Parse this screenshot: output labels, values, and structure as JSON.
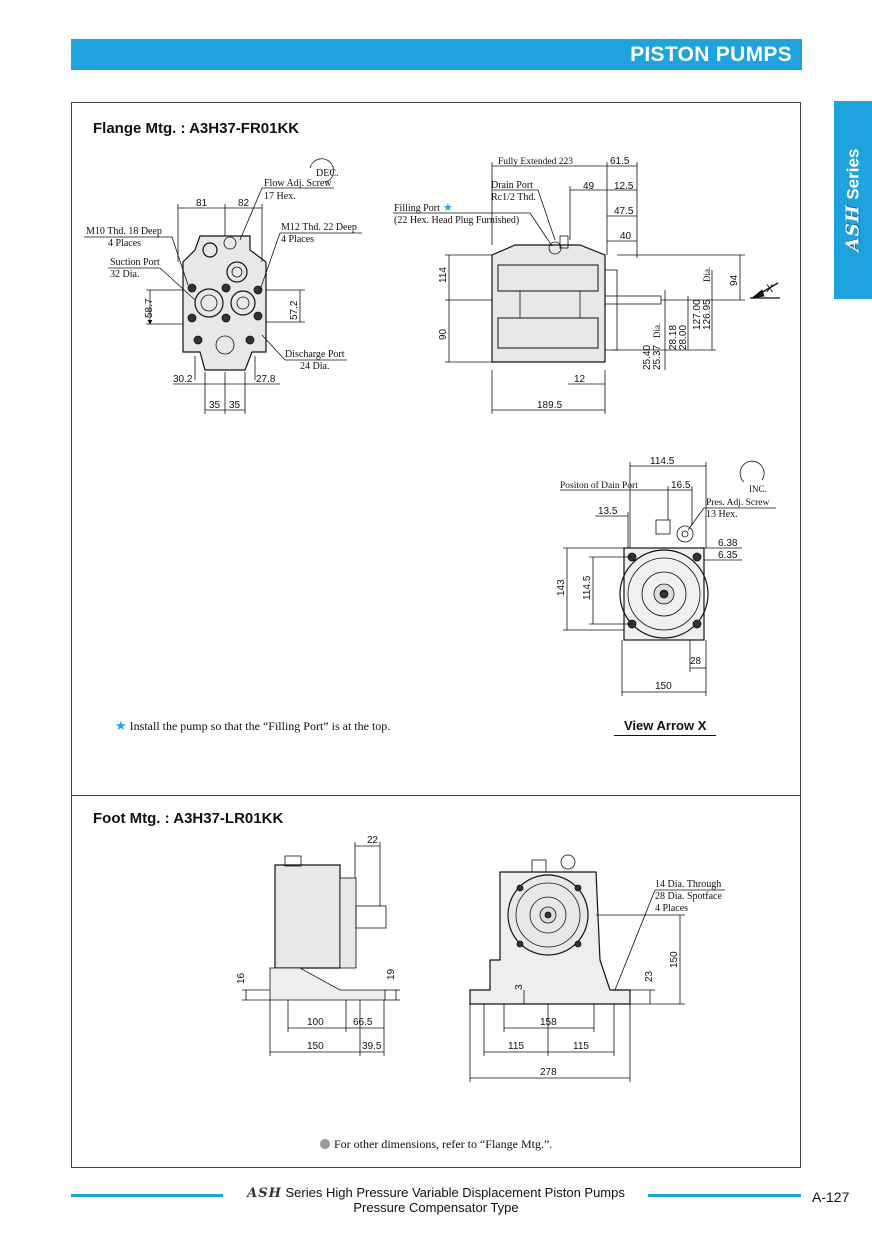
{
  "header": {
    "title": "PISTON PUMPS"
  },
  "side_tab": {
    "logo": "ASH",
    "label": "Series"
  },
  "flange": {
    "title": "Flange Mtg. : A3H37-FR01KK",
    "labels": {
      "dec": "DEC.",
      "flow_adj": "Flow Adj. Screw",
      "flow_hex": "17 Hex.",
      "m10": "M10 Thd. 18 Deep",
      "m10_places": "4 Places",
      "m12": "M12 Thd. 22 Deep",
      "m12_places": "4 Places",
      "suction": "Suction Port",
      "suction_dia": "32 Dia.",
      "discharge": "Discharge Port",
      "discharge_dia": "24 Dia.",
      "fully_ext": "Fully Extended 223",
      "drain": "Drain Port",
      "drain_thd": "Rc1/2 Thd.",
      "filling": "Filling Port",
      "filling_hex": "(22 Hex. Head Plug Furnished)",
      "x": "X"
    },
    "dims": {
      "d81": "81",
      "d82": "82",
      "d587": "58.7",
      "d572": "57.2",
      "d302": "30.2",
      "d278": "27.8",
      "d35a": "35",
      "d35b": "35",
      "d615": "61.5",
      "d49": "49",
      "d125": "12.5",
      "d475": "47.5",
      "d40": "40",
      "d114": "114",
      "d90": "90",
      "d94": "94",
      "d12": "12",
      "d1895": "189.5",
      "d2540": "25.40",
      "d2537": "25.37",
      "d2537dia": "Dia.",
      "d2818": "28.18",
      "d2800": "28.00",
      "d12700": "127.00",
      "d12695": "126.95",
      "d127dia": "Dia."
    },
    "view_x": {
      "title": "View Arrow X",
      "inc": "INC.",
      "pos_drain": "Positon of Dain Port",
      "pres_adj": "Pres. Adj. Screw",
      "pres_hex": "13 Hex.",
      "d1145top": "114.5",
      "d165": "16.5",
      "d135": "13.5",
      "d638": "6.38",
      "d635": "6.35",
      "d143": "143",
      "d1145": "114.5",
      "d28": "28",
      "d150": "150"
    },
    "note": "Install the pump so that the “Filling Port” is at the top."
  },
  "foot": {
    "title": "Foot Mtg. : A3H37-LR01KK",
    "dims": {
      "d22": "22",
      "d16": "16",
      "d19": "19",
      "d100": "100",
      "d665": "66.5",
      "d150": "150",
      "d395": "39.5",
      "d3": "3",
      "d158": "158",
      "d115a": "115",
      "d115b": "115",
      "d278": "278",
      "d23": "23",
      "d150v": "150"
    },
    "hole": {
      "l1": "14 Dia. Through",
      "l2": "28 Dia. Spotface",
      "l3": "4 Places"
    },
    "note": "For other dimensions, refer to “Flange Mtg.”."
  },
  "footer": {
    "logo": "ASH",
    "line1": "Series High Pressure Variable Displacement Piston Pumps",
    "line2": "Pressure Compensator Type",
    "page": "A-127"
  },
  "colors": {
    "accent": "#1fa3de",
    "border": "#444444"
  }
}
